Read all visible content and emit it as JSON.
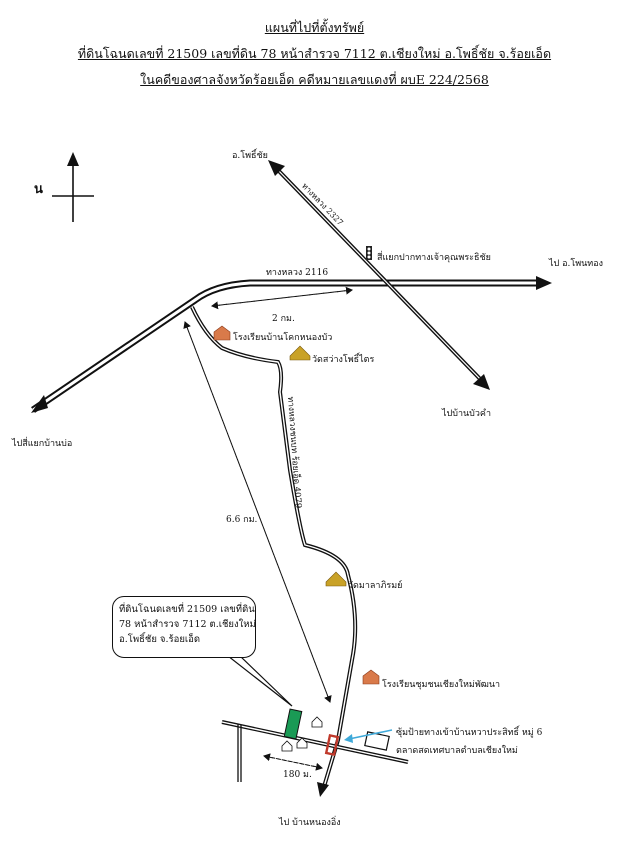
{
  "header": {
    "line1": "แผนที่ไปที่ตั้งทรัพย์",
    "line2": "ที่ดินโฉนดเลขที่ 21509 เลขที่ดิน 78 หน้าสำรวจ 7112 ต.เชียงใหม่ อ.โพธิ์ชัย จ.ร้อยเอ็ด",
    "line3": "ในคดีของศาลจังหวัดร้อยเอ็ด คดีหมายเลขแดงที่ ผบE 224/2568"
  },
  "compass": {
    "north_label": "น"
  },
  "roads": {
    "highway_2116": "ทางหลวง 2116",
    "highway_2327": "ทางหลวง 2327",
    "rural_road": "ทางหลวงชนบท ร้อยเอ็ด 4079"
  },
  "places": {
    "to_phochai": "อ.โพธิ์ชัย",
    "to_phanthong": "ไป อ.โพนทอง",
    "to_ban_bua_kham": "ไปบ้านบัวคำ",
    "to_ban_bo": "ไปสี่แยกบ้านบ่อ",
    "to_ban_nong_ing": "ไป บ้านหนองอิ่ง",
    "intersection": "สี่แยกปากทางเจ้าคุณพระธิชัย",
    "school_1": "โรงเรียนบ้านโคกหนองบัว",
    "temple_1": "วัดสว่างโพธิ์ไตร",
    "temple_2": "วัดมาลาภิรมย์",
    "school_2": "โรงเรียนชุมชนเชียงใหม่พัฒนา",
    "village_arch": "ซุ้มป้ายทางเข้าบ้านหวาประสิทธิ์ หมู่ 6",
    "market": "ตลาดสดเทศบาลตำบลเชียงใหม่"
  },
  "distances": {
    "d1": "2 กม.",
    "d2": "6.6 กม.",
    "d3": "180 ม."
  },
  "callout": {
    "line1": "ที่ดินโฉนดเลขที่ 21509 เลขที่ดิน",
    "line2": "78 หน้าสำรวจ 7112 ต.เชียงใหม่",
    "line3": "อ.โพธิ์ชัย  จ.ร้อยเอ็ด"
  },
  "colors": {
    "plot": "#1a9a55",
    "arch": "#c0392b",
    "pointer": "#3fa9d9",
    "school": "#d97a4a",
    "temple": "#c9a227"
  }
}
